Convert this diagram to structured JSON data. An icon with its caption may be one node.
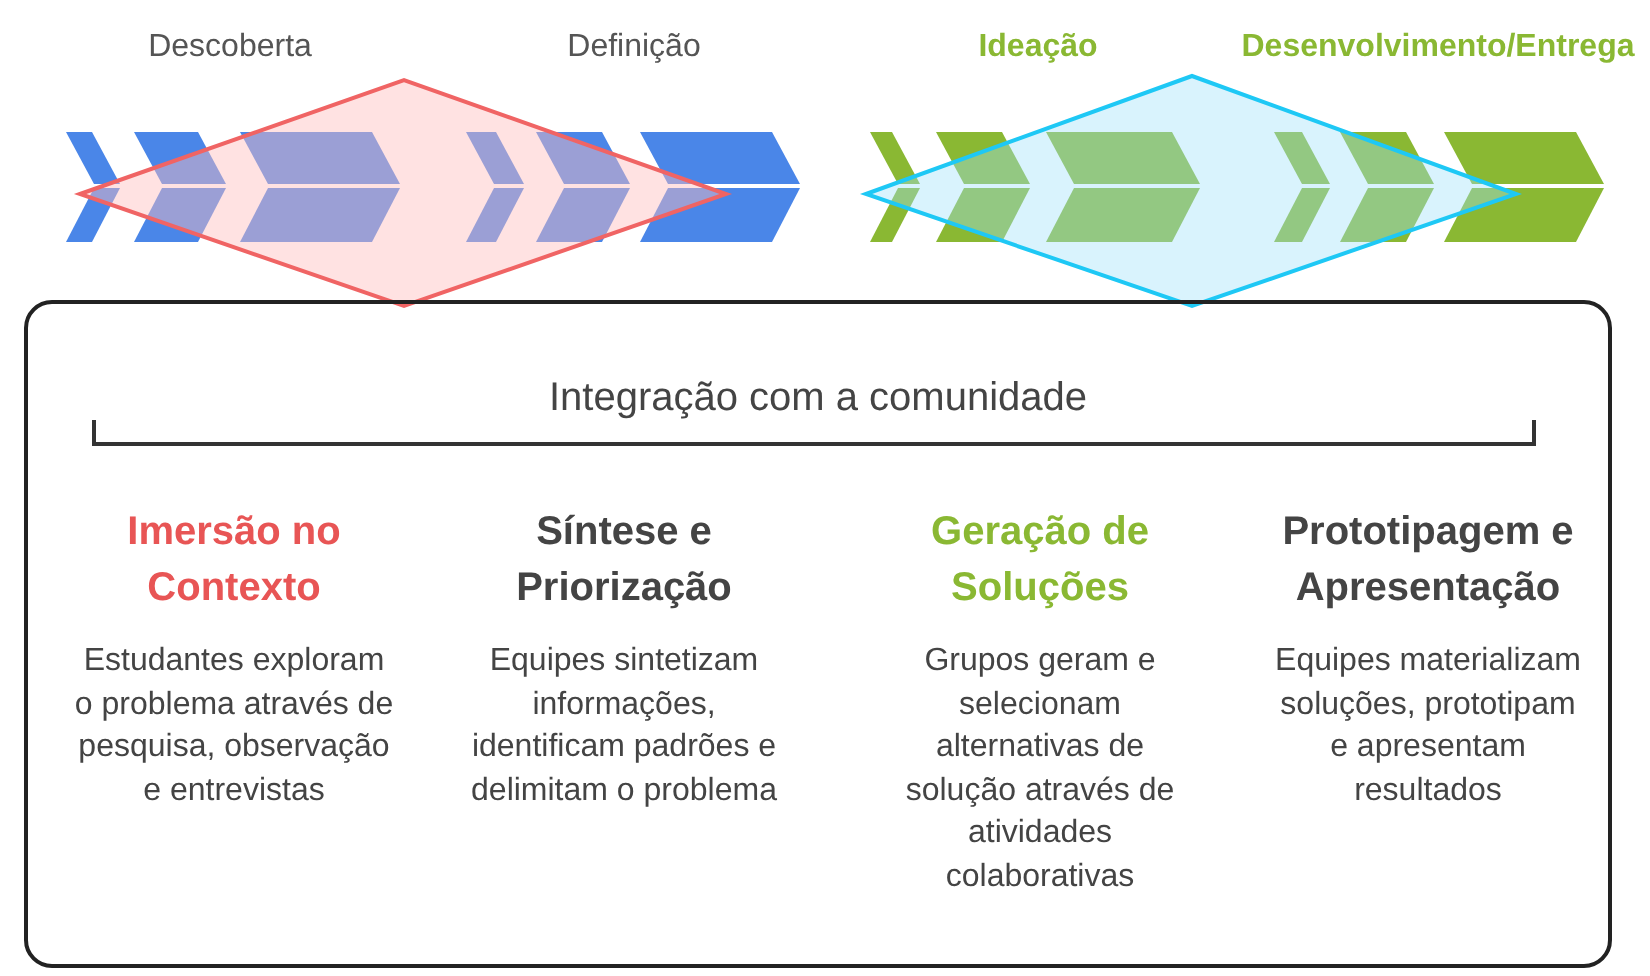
{
  "diagram": {
    "nodes": [
      {
        "text": [
          "Integração com a comunidade"
        ]
      },
      {
        "text": [
          "Imersão no Contexto",
          "Estudantes exploram o problema através de pesquisa, observação e entrevistas"
        ],
        "in": 0
      },
      {
        "text": [
          "Síntese e Priorização",
          "Equipes sintetizam informações, identificam padrões e delimitam o problema"
        ],
        "in": 0
      },
      {
        "text": [
          "Geração de Soluções",
          "Grupos geram e selecionam alternativas de solução através de atividades colaborativas"
        ],
        "in": 0
      },
      {
        "text": [
          "Prototipagem e Apresentação",
          "Equipes materializam soluções, prototipam e apresentam resultados"
        ],
        "in": 0
      }
    ],
    "edges": [],
    "labels": [
      "Descoberta",
      "Definição",
      "Ideação",
      "Desenvolvimento/Entrega"
    ]
  }
}
